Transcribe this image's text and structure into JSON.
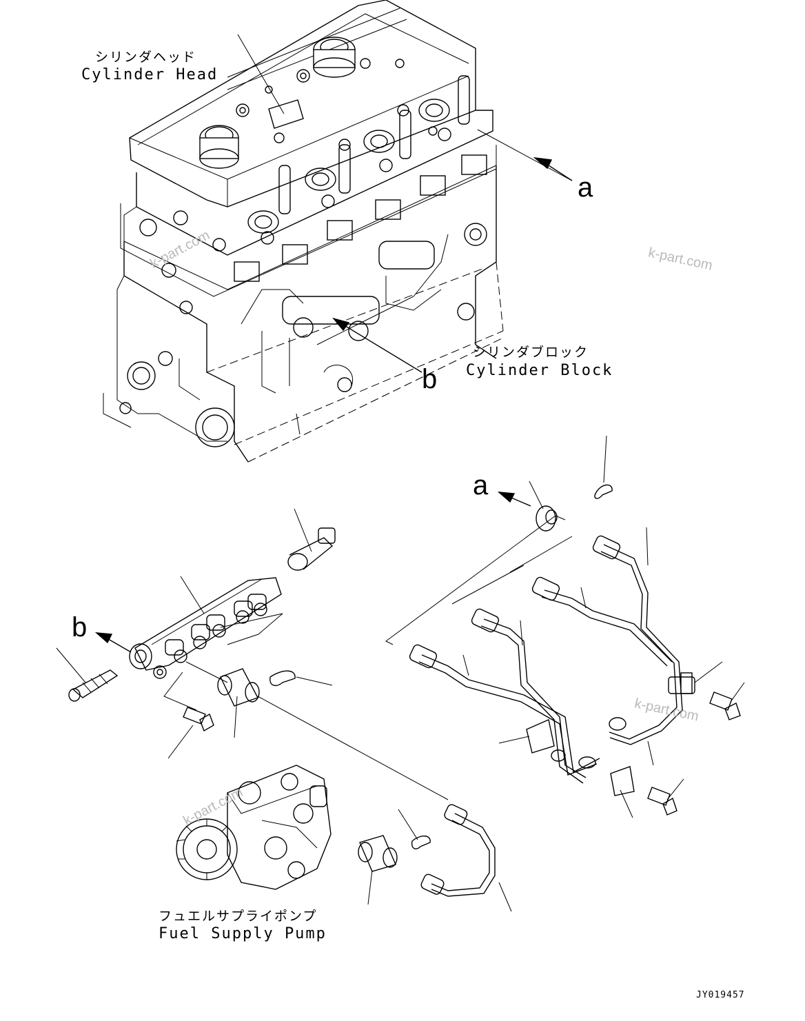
{
  "labels": {
    "cylinder_head_jp": "シリンダヘッド",
    "cylinder_head_en": "Cylinder Head",
    "cylinder_block_jp": "シリンダブロック",
    "cylinder_block_en": "Cylinder Block",
    "fuel_pump_jp": "フュエルサプライポンプ",
    "fuel_pump_en": "Fuel Supply Pump"
  },
  "view_markers": {
    "a_top": "a",
    "b_top": "b",
    "a_bottom": "a",
    "b_bottom": "b"
  },
  "watermarks": [
    "k-part.com",
    "k-part.com",
    "k-part.com",
    "k-part.com"
  ],
  "drawing_code": "JY019457"
}
